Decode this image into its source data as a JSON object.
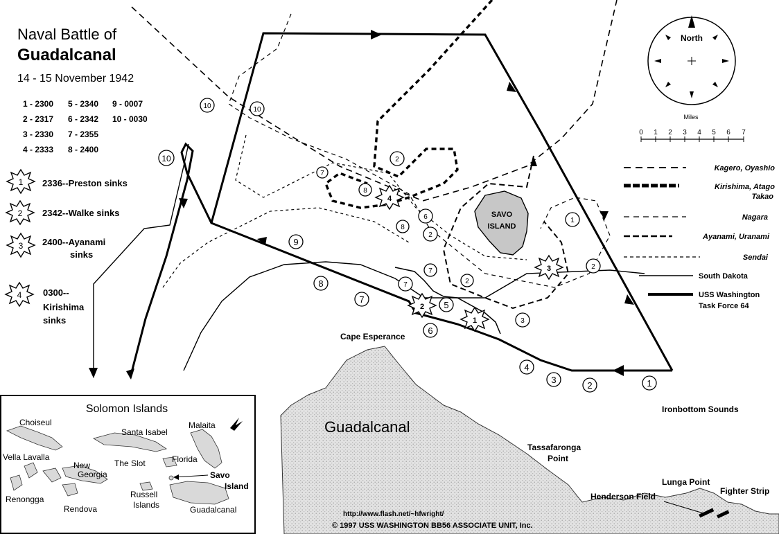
{
  "title": {
    "line1": "Naval Battle of",
    "line2": "Guadalcanal",
    "date": "14 - 15 November 1942"
  },
  "timeline": [
    {
      "label": "1 - 2300"
    },
    {
      "label": "5 - 2340"
    },
    {
      "label": "9 - 0007"
    },
    {
      "label": "2 - 2317"
    },
    {
      "label": "6 - 2342"
    },
    {
      "label": "10 - 0030"
    },
    {
      "label": "3 - 2330"
    },
    {
      "label": "7 - 2355"
    },
    {
      "label": "4 - 2333"
    },
    {
      "label": "8 - 2400"
    }
  ],
  "sinkings": [
    {
      "num": "1",
      "line1": "2336--Preston sinks",
      "line2": "",
      "line3": ""
    },
    {
      "num": "2",
      "line1": "2342--Walke sinks",
      "line2": "",
      "line3": ""
    },
    {
      "num": "3",
      "line1": "2400--Ayanami",
      "line2": "sinks",
      "line3": ""
    },
    {
      "num": "4",
      "line1": "0300--",
      "line2": "Kirishima",
      "line3": "sinks"
    }
  ],
  "compass": {
    "north": "North",
    "miles_label": "Miles",
    "scale_ticks": [
      "0",
      "1",
      "2",
      "3",
      "4",
      "5",
      "6",
      "7"
    ]
  },
  "legend": [
    {
      "label": "Kagero, Oyashio",
      "label2": "",
      "style": "dash-thin"
    },
    {
      "label": "Kirishima, Atago",
      "label2": "Takao",
      "style": "dash-heavy"
    },
    {
      "label": "Nagara",
      "label2": "",
      "style": "dash-light"
    },
    {
      "label": "Ayanami, Uranami",
      "label2": "",
      "style": "dash-medium"
    },
    {
      "label": "Sendai",
      "label2": "",
      "style": "dash-fine"
    },
    {
      "label": "South Dakota",
      "label2": "",
      "style": "solid-thin"
    },
    {
      "label": "USS Washington",
      "label2": "Task Force 64",
      "style": "solid-thick"
    }
  ],
  "places": {
    "savo": [
      "SAVO",
      "ISLAND"
    ],
    "cape_esperance": "Cape Esperance",
    "guadalcanal": "Guadalcanal",
    "tassafaronga": [
      "Tassafaronga",
      "Point"
    ],
    "ironbottom": "Ironbottom Sounds",
    "lunga": "Lunga Point",
    "henderson": "Henderson Field",
    "fighter": "Fighter Strip"
  },
  "track_markers": [
    "1",
    "2",
    "3",
    "4",
    "5",
    "6",
    "7",
    "8",
    "9",
    "10"
  ],
  "inset": {
    "title": "Solomon Islands",
    "labels": {
      "choiseul": "Choiseul",
      "santa_isabel": "Santa Isabel",
      "malaita": "Malaita",
      "vella": "Vella Lavalla",
      "new_georgia": [
        "New",
        "Georgia"
      ],
      "slot": "The Slot",
      "florida": "Florida",
      "savo": [
        "Savo",
        "Island"
      ],
      "russell": [
        "Russell",
        "Islands"
      ],
      "renongga": "Renongga",
      "rendova": "Rendova",
      "guadalcanal": "Guadalcanal"
    }
  },
  "credits": {
    "url": "http://www.flash.net/~hfwright/",
    "copyright": "© 1997 USS WASHINGTON BB56 ASSOCIATE UNIT, Inc."
  }
}
